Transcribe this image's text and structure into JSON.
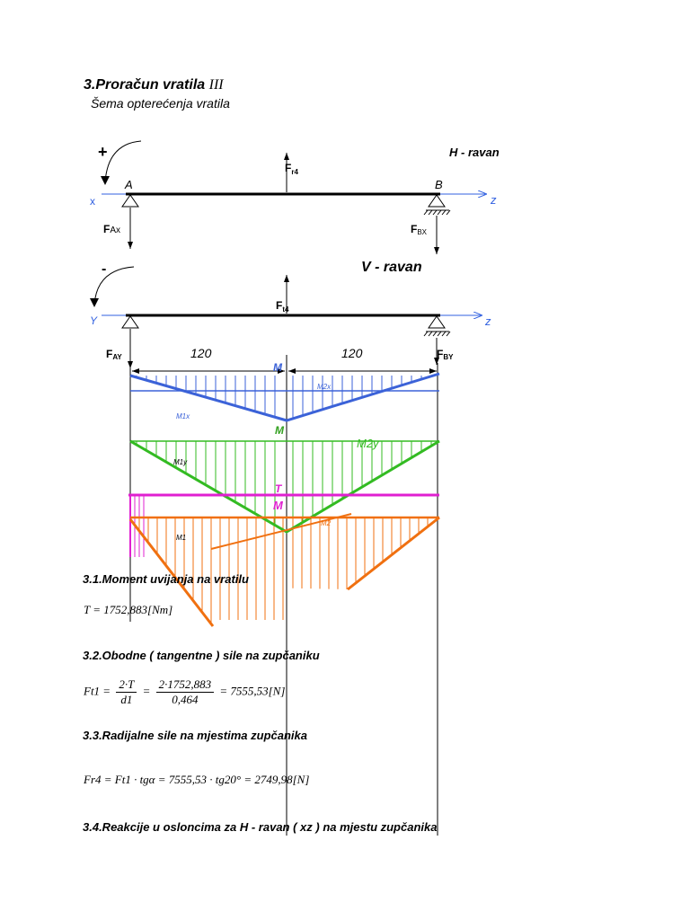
{
  "header": {
    "title": "3.Proračun  vratila",
    "title_roman": "III",
    "subtitle": "Šema opterećenja vratila"
  },
  "diagram": {
    "h_plane": {
      "label": "H - ravan",
      "sign": "+",
      "axis_left": "x",
      "axis_right": "z",
      "support_a": "A",
      "support_b": "B",
      "force_center": "r4",
      "reaction_a": "Ax",
      "reaction_b": "BX"
    },
    "v_plane": {
      "label": "V - ravan",
      "sign": "-",
      "axis_left": "Y",
      "axis_right": "z",
      "force_center": "t4",
      "reaction_a": "AY",
      "reaction_b": "BY"
    },
    "spans": [
      "120",
      "120"
    ],
    "moment_labels": {
      "m2x": "M2x",
      "m1x": "M1x",
      "m2y": "M2y",
      "m1y": "M1y",
      "t": "T",
      "m2": "M2",
      "m1": "M1"
    },
    "colors": {
      "h_moment": "#3b62d8",
      "v_moment": "#33bb22",
      "torque": "#e020d0",
      "total_moment": "#f07010",
      "axis": "#3060e0"
    }
  },
  "sections": {
    "s1": {
      "title": "3.1.Moment uvijanja na vratilu",
      "formula": "T = 1752,883[Nm]"
    },
    "s2": {
      "title": "3.2.Obodne  ( tangentne ) sile na zupčaniku",
      "lhs": "Ft1 =",
      "frac1_num": "2·T",
      "frac1_den": "d1",
      "frac2_num": "2·1752,883",
      "frac2_den": "0,464",
      "result": "= 7555,53[N]"
    },
    "s3": {
      "title": "3.3.Radijalne sile na mjestima zupčanika",
      "formula": "Fr4 = Ft1 · tgα = 7555,53 · tg20° = 2749,98[N]"
    },
    "s4": {
      "title": "3.4.Reakcije u osloncima za H - ravan  ( xz )  na mjestu zupčanika"
    }
  }
}
